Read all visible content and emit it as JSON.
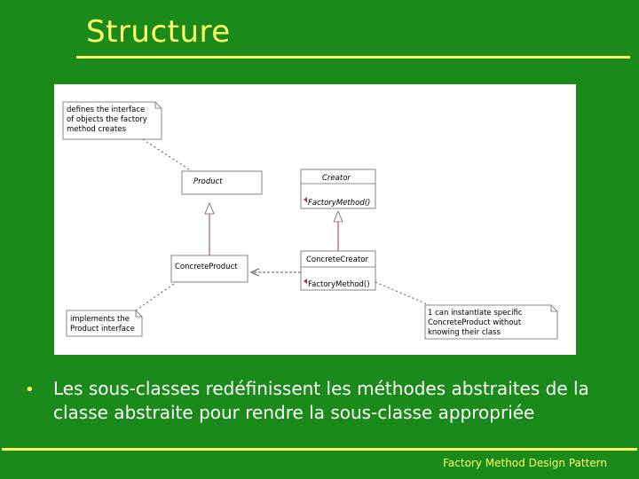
{
  "slide": {
    "title": "Structure",
    "bullet": "Les sous-classes redéfinissent les méthodes abstraites de la classe abstraite pour rendre la sous-classe appropriée",
    "footer": "Factory Method Design Pattern",
    "colors": {
      "background": "#1a8a1a",
      "accent": "#ffff66",
      "text": "#ffffff"
    }
  },
  "diagram": {
    "note_product": [
      "defines the interface",
      "of objects the factory",
      "method creates"
    ],
    "note_concrete_product": [
      "implements the",
      "Product interface"
    ],
    "note_creator": [
      "1 can instantiate specific",
      "ConcreteProduct without",
      "knowing their class"
    ],
    "product": "Product",
    "creator": "Creator",
    "creator_method": "FactoryMethod()",
    "concrete_product": "ConcreteProduct",
    "concrete_creator": "ConcreteCreator",
    "concrete_creator_method": "FactoryMethod()"
  }
}
